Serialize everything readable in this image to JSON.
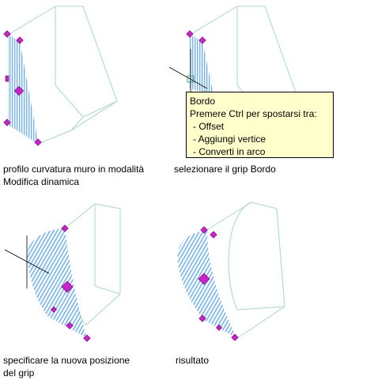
{
  "captions": {
    "step1": "profilo curvatura muro in modalità\nModifica dinamica",
    "step2": "selezionare il grip Bordo",
    "step3": "specificare la nuova posizione\ndel grip",
    "step4": "risultato"
  },
  "tooltip": {
    "title": "Bordo",
    "hint": "Premere Ctrl per spostarsi tra:",
    "options": [
      "- Offset",
      "- Aggiungi vertice",
      "- Converti in arco"
    ]
  },
  "colors": {
    "wireframe": "#a8d8c8",
    "hatch": "#66aaee",
    "grip": "#cc22cc",
    "tooltip_bg": "#ffffcc"
  }
}
